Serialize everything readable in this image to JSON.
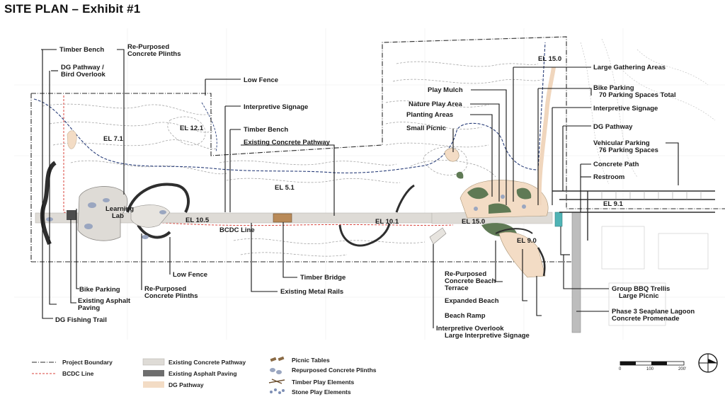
{
  "title": "SITE PLAN – Exhibit #1",
  "callouts": {
    "timber_bench_1": "Timber Bench",
    "dg_pathway_bird_1": "DG Pathway /",
    "dg_pathway_bird_2": "Bird Overlook",
    "plinths_top_1": "Re-Purposed",
    "plinths_top_2": "Concrete Plinths",
    "low_fence_top": "Low Fence",
    "interp_signage_mid": "Interpretive Signage",
    "timber_bench_2": "Timber Bench",
    "existing_concrete_pathway": "Existing Concrete Pathway",
    "play_mulch": "Play Mulch",
    "nature_play": "Nature Play Area",
    "planting_areas": "Planting Areas",
    "small_picnic": "Small Picnic",
    "large_gathering": "Large Gathering Areas",
    "bike_parking_r1": "Bike Parking",
    "bike_parking_r2": "70 Parking Spaces Total",
    "interp_signage_r": "Interpretive Signage",
    "dg_pathway_r": "DG Pathway",
    "vehicular_1": "Vehicular Parking",
    "vehicular_2": "76 Parking Spaces",
    "concrete_path": "Concrete Path",
    "restroom": "Restroom",
    "bike_parking_l": "Bike Parking",
    "asphalt_1": "Existing Asphalt",
    "asphalt_2": "Paving",
    "dg_fishing": "DG Fishing Trail",
    "plinths_bot_1": "Re-Purposed",
    "plinths_bot_2": "Concrete Plinths",
    "low_fence_bot": "Low Fence",
    "timber_bridge": "Timber Bridge",
    "metal_rails": "Existing Metal Rails",
    "beach_terrace_1": "Re-Purposed",
    "beach_terrace_2": "Concrete Beach",
    "beach_terrace_3": "Terrace",
    "expanded_beach": "Expanded Beach",
    "beach_ramp": "Beach Ramp",
    "overlook_1": "Interpretive Overlook",
    "overlook_2": "Large Interpretive Signage",
    "bbq_1": "Group BBQ Trellis",
    "bbq_2": "Large Picnic",
    "seaplane_1": "Phase 3 Seaplane Lagoon",
    "seaplane_2": "Concrete Promenade",
    "learning_lab_1": "Learning",
    "learning_lab_2": "Lab",
    "bcdc_line": "BCDC Line"
  },
  "elevations": {
    "el_7_1": "EL 7.1",
    "el_12_1": "EL 12.1",
    "el_5_1": "EL 5.1",
    "el_10_5": "EL 10.5",
    "el_10_1": "EL 10.1",
    "el_15_0_path": "EL 15.0",
    "el_15_0_top": "EL 15.0",
    "el_9_0": "EL 9.0",
    "el_9_1": "EL 9.1"
  },
  "legend": {
    "project_boundary": "Project  Boundary",
    "bcdc_line": "BCDC Line",
    "existing_concrete": "Existing Concrete Pathway",
    "existing_asphalt": "Existing Asphalt Paving",
    "dg_pathway": "DG Pathway",
    "picnic_tables": "Picnic Tables",
    "repurposed_plinths": "Repurposed  Concrete Plinths",
    "timber_play": "Timber Play Elements",
    "stone_play": "Stone Play Elements"
  },
  "scale_bar": {
    "zero": "0",
    "mid": "100",
    "end": "200'"
  },
  "colors": {
    "concrete": "#dedbd6",
    "asphalt": "#6e6e6e",
    "dg": "#f3dcc5",
    "boundary": "#2b2b2b",
    "bcdc": "#d8433b",
    "topo_dark": "#2a3f7a",
    "planting": "#5f7a55",
    "water": "#4fb3b5"
  }
}
